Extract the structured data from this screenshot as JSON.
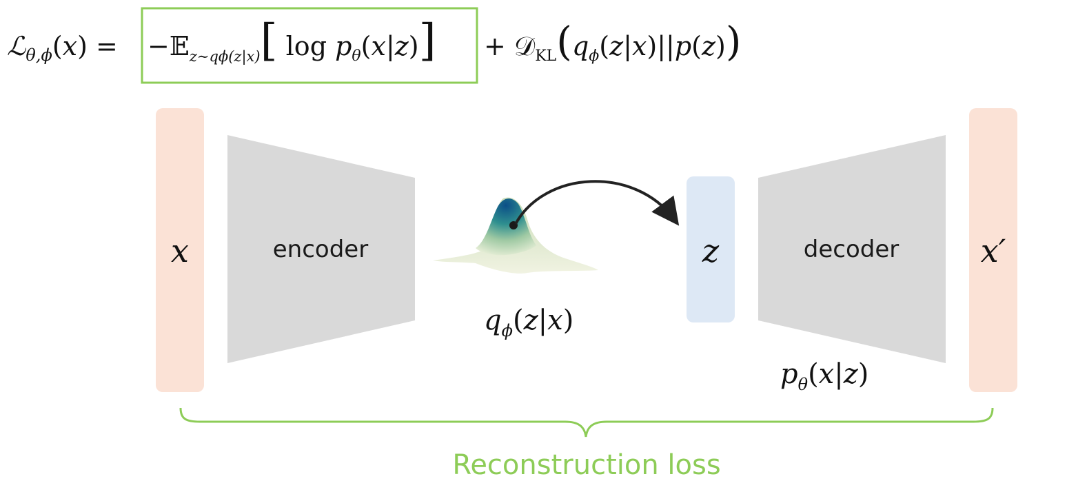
{
  "equation": {
    "lhs": "ℒθ,ϕ(x) =",
    "reconstruction_term": "−𝔼z∼qϕ(z|x)[log pθ(x|z)]",
    "kl_term": "+ 𝒟KL(qϕ(z|x)||p(z))"
  },
  "blocks": {
    "input_label": "x",
    "encoder_label": "encoder",
    "latent_label": "z",
    "decoder_label": "decoder",
    "output_label": "x′"
  },
  "distributions": {
    "posterior_label": "qϕ(z|x)",
    "likelihood_label": "pθ(x|z)"
  },
  "brace_label": "Reconstruction loss",
  "colors": {
    "highlight_green": "#8dcc57",
    "io_block": "#fbe2d6",
    "network_gray": "#d9d9d9",
    "latent_block": "#dde8f5",
    "arrow": "#222222"
  }
}
